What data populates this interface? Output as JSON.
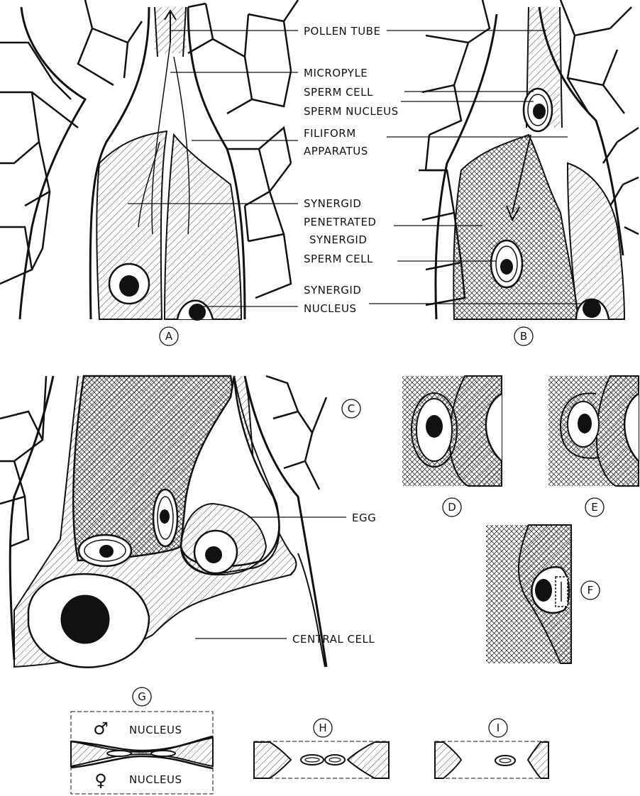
{
  "labels": {
    "pollen_tube": "POLLEN TUBE",
    "micropyle": "MICROPYLE",
    "sperm_cell_top": "SPERM CELL",
    "sperm_nucleus": "SPERM NUCLEUS",
    "filiform_1": "FILIFORM",
    "filiform_2": "APPARATUS",
    "synergid": "SYNERGID",
    "penetrated_1": "PENETRATED",
    "penetrated_2": "SYNERGID",
    "sperm_cell_mid": "SPERM CELL",
    "syn_nucleus_1": "SYNERGID",
    "syn_nucleus_2": "NUCLEUS",
    "egg": "EGG",
    "central_cell": "CENTRAL CELL",
    "male_nucleus": "NUCLEUS",
    "female_nucleus": "NUCLEUS",
    "male_symbol": "♂",
    "female_symbol": "♀"
  },
  "panels": {
    "a": "A",
    "b": "B",
    "c": "C",
    "d": "D",
    "e": "E",
    "f": "F",
    "g": "G",
    "h": "H",
    "i": "I"
  },
  "colors": {
    "ink": "#111111",
    "background": "#ffffff"
  }
}
